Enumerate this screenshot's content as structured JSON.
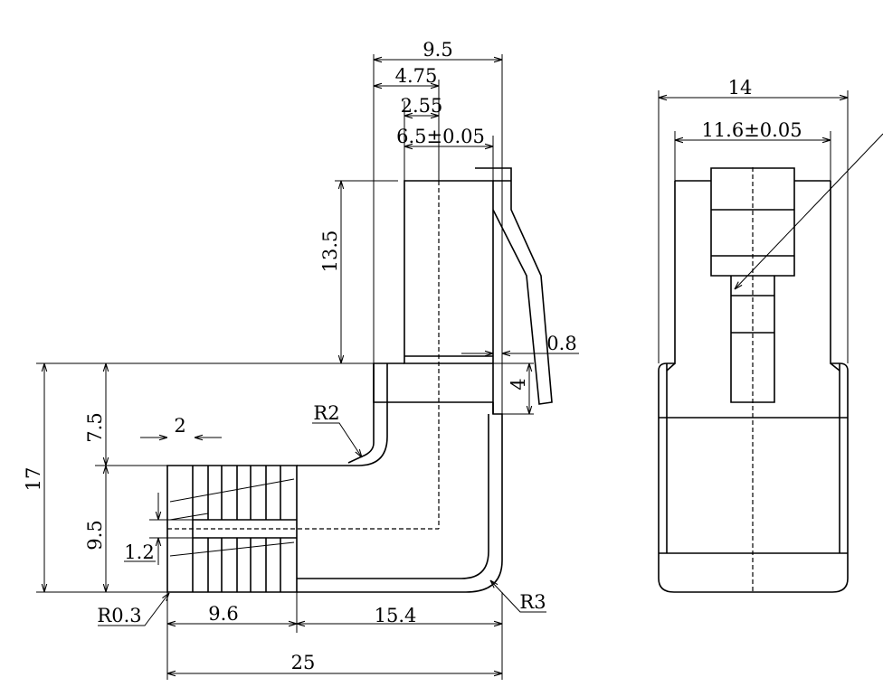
{
  "drawing": {
    "side_view": {
      "dimensions": {
        "width_top": "9.5",
        "offset_a": "4.75",
        "offset_b": "2.55",
        "inner_width": "6.5±0.05",
        "height_upper": "13.5",
        "thickness": "0.8",
        "step": "4",
        "height_7_5": "7.5",
        "height_17": "17",
        "height_9_5": "9.5",
        "pitch_2": "2",
        "gap_1_2": "1.2",
        "radius_r2": "R2",
        "radius_r3": "R3",
        "radius_r0_3": "R0.3",
        "length_9_6": "9.6",
        "length_15_4": "15.4",
        "length_25": "25"
      }
    },
    "front_view": {
      "dimensions": {
        "width_14": "14",
        "width_11_6": "11.6±0.05"
      }
    }
  }
}
